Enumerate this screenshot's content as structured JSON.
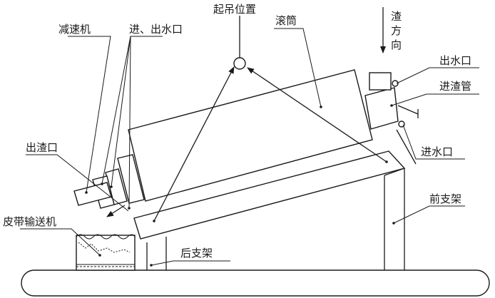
{
  "labels": {
    "lifting_position": "起吊位置",
    "reducer": "减速机",
    "water_in_out": "进、出水口",
    "drum": "滚筒",
    "slag_direction": [
      "渣",
      "方",
      "向"
    ],
    "water_outlet": "出水口",
    "slag_inlet_pipe": "进渣管",
    "slag_outlet": "出渣口",
    "water_inlet": "进水口",
    "front_support": "前支架",
    "belt_conveyor": "皮带输送机",
    "rear_support": "后支架"
  }
}
